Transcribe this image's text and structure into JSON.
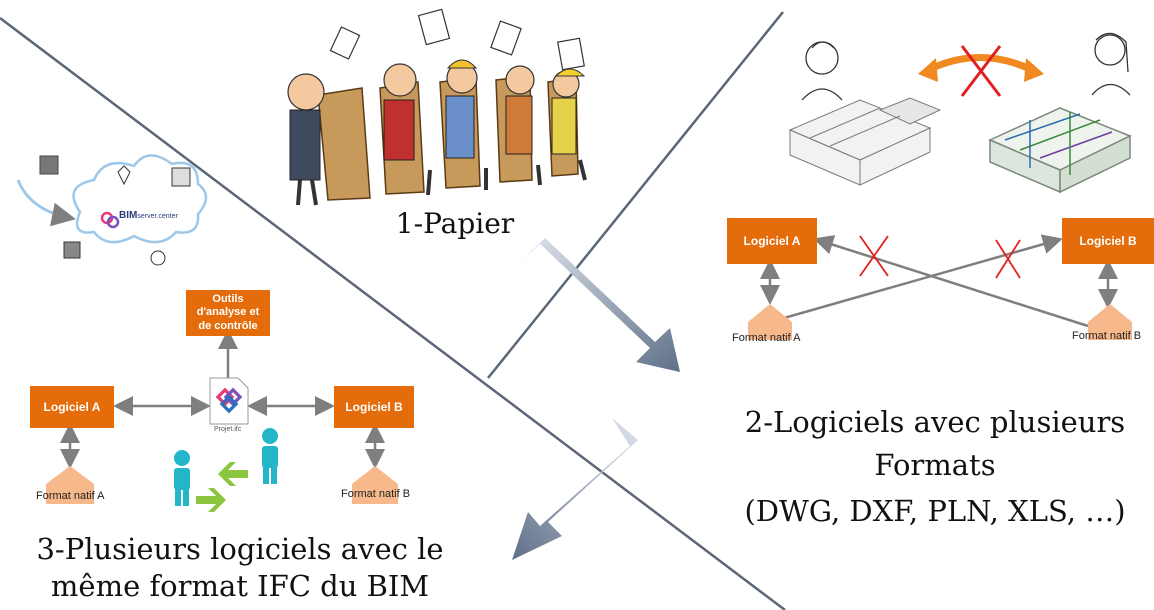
{
  "sections": {
    "paper": {
      "caption": "1-Papier"
    },
    "multi_formats": {
      "caption_line1": "2-Logiciels avec plusieurs",
      "caption_line2": "Formats",
      "caption_line3": "(DWG, DXF, PLN, XLS, …)",
      "software_a": "Logiciel A",
      "software_b": "Logiciel B",
      "format_a": "Format natif A",
      "format_b": "Format natif B"
    },
    "ifc": {
      "caption_line1": "3-Plusieurs logiciels avec le",
      "caption_line2": "même format IFC du BIM",
      "software_a": "Logiciel A",
      "software_b": "Logiciel B",
      "format_a": "Format natif A",
      "format_b": "Format natif B",
      "tools_line1": "Outils",
      "tools_line2": "d'analyse et",
      "tools_line3": "de contrôle",
      "ifc_file": "Projet.ifc",
      "cloud_logo": "BIM",
      "cloud_logo_sub": "server.center"
    }
  },
  "colors": {
    "orange": "#e46c0a",
    "peach": "#f7b98b",
    "divider": "#5b6676",
    "big_arrow": "#7a8aa0",
    "cross": "#e02020",
    "teal_person": "#23b6c8",
    "green_arrow": "#8cc63f",
    "cloud": "#9dc8ea"
  }
}
